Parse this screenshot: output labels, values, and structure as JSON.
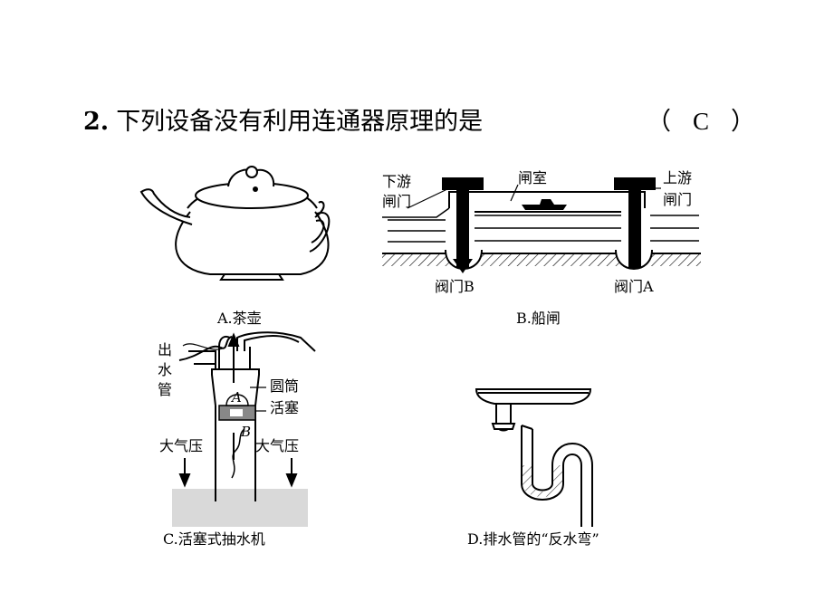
{
  "question": {
    "number": "2.",
    "text": "下列设备没有利用连通器原理的是",
    "answer_open": "（",
    "answer": "C",
    "answer_close": "）"
  },
  "panels": {
    "a": {
      "caption": "A.茶壶"
    },
    "b": {
      "caption": "B.船闸",
      "downstream_gate_line1": "下游",
      "downstream_gate_line2": "闸门",
      "lock_chamber": "闸室",
      "upstream_gate_line1": "上游",
      "upstream_gate_line2": "闸门",
      "valve_b": "阀门B",
      "valve_a": "阀门A"
    },
    "c": {
      "caption": "C.活塞式抽水机",
      "outlet_1": "出",
      "outlet_2": "水",
      "outlet_3": "管",
      "cylinder": "圆筒",
      "piston": "活塞",
      "valve_a": "A",
      "valve_b": "B",
      "atm_left": "大气压",
      "atm_right": "大气压"
    },
    "d": {
      "caption": "D.排水管的“反水弯”"
    }
  }
}
